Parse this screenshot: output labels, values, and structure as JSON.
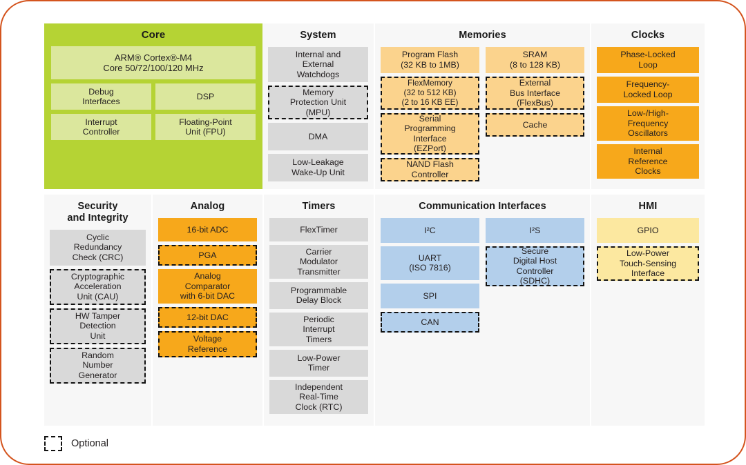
{
  "legend": {
    "swatch_name": "dashed-square",
    "label": "Optional"
  },
  "colors": {
    "border": "#d4541e",
    "core": "#b5d334",
    "core_inner": "#dbe79d",
    "gray": "#d9d9d9",
    "amber": "#fbd38d",
    "orange": "#f7a81b",
    "blue": "#b3cfeb",
    "yellow": "#fce8a0",
    "panel_bg": "#f7f7f7",
    "dashed_outline": "#111111"
  },
  "row1": {
    "core": {
      "title": "Core",
      "cpu": "ARM® Cortex®-M4\nCore 50/72/100/120 MHz",
      "cpu_line1": "ARM® Cortex®-M4",
      "cpu_line2": "Core 50/72/100/120 MHz",
      "blocks": [
        {
          "label": "Debug\nInterfaces",
          "optional": false
        },
        {
          "label": "DSP",
          "optional": false
        },
        {
          "label": "Interrupt\nController",
          "optional": false
        },
        {
          "label": "Floating-Point\nUnit (FPU)",
          "optional": false
        }
      ]
    },
    "system": {
      "title": "System",
      "blocks": [
        {
          "label": "Internal and\nExternal\nWatchdogs",
          "optional": false
        },
        {
          "label": "Memory\nProtection Unit\n(MPU)",
          "optional": true
        },
        {
          "label": "DMA",
          "optional": false
        },
        {
          "label": "Low-Leakage\nWake-Up Unit",
          "optional": false
        }
      ]
    },
    "memories": {
      "title": "Memories",
      "left": [
        {
          "label": "Program Flash\n(32 KB to 1MB)",
          "optional": false
        },
        {
          "label": "FlexMemory\n(32 to 512 KB)\n(2 to 16 KB EE)",
          "optional": true
        },
        {
          "label": "Serial\nProgramming\nInterface\n(EZPort)",
          "optional": true
        },
        {
          "label": "NAND Flash\nController",
          "optional": true
        }
      ],
      "right": [
        {
          "label": "SRAM\n(8 to 128 KB)",
          "optional": false
        },
        {
          "label": "External\nBus Interface\n(FlexBus)",
          "optional": true
        },
        {
          "label": "Cache",
          "optional": true
        }
      ]
    },
    "clocks": {
      "title": "Clocks",
      "blocks": [
        {
          "label": "Phase-Locked\nLoop",
          "optional": false
        },
        {
          "label": "Frequency-\nLocked Loop",
          "optional": false
        },
        {
          "label": "Low-/High-\nFrequency\nOscillators",
          "optional": false
        },
        {
          "label": "Internal\nReference\nClocks",
          "optional": false
        }
      ]
    }
  },
  "row2": {
    "security": {
      "title": "Security\nand Integrity",
      "title_line1": "Security",
      "title_line2": "and Integrity",
      "blocks": [
        {
          "label": "Cyclic\nRedundancy\nCheck (CRC)",
          "optional": false
        },
        {
          "label": "Cryptographic\nAcceleration\nUnit (CAU)",
          "optional": true
        },
        {
          "label": "HW Tamper\nDetection\nUnit",
          "optional": true
        },
        {
          "label": "Random\nNumber\nGenerator",
          "optional": true
        }
      ]
    },
    "analog": {
      "title": "Analog",
      "blocks": [
        {
          "label": "16-bit ADC",
          "optional": false
        },
        {
          "label": "PGA",
          "optional": true
        },
        {
          "label": "Analog\nComparator\nwith 6-bit DAC",
          "optional": false
        },
        {
          "label": "12-bit DAC",
          "optional": true
        },
        {
          "label": "Voltage\nReference",
          "optional": true
        }
      ]
    },
    "timers": {
      "title": "Timers",
      "blocks": [
        {
          "label": "FlexTimer",
          "optional": false
        },
        {
          "label": "Carrier\nModulator\nTransmitter",
          "optional": false
        },
        {
          "label": "Programmable\nDelay Block",
          "optional": false
        },
        {
          "label": "Periodic\nInterrupt\nTimers",
          "optional": false
        },
        {
          "label": "Low-Power\nTimer",
          "optional": false
        },
        {
          "label": "Independent\nReal-Time\nClock (RTC)",
          "optional": false
        }
      ]
    },
    "comm": {
      "title": "Communication Interfaces",
      "left": [
        {
          "label": "I²C",
          "optional": false
        },
        {
          "label": "UART\n(ISO 7816)",
          "optional": false
        },
        {
          "label": "SPI",
          "optional": false
        },
        {
          "label": "CAN",
          "optional": true
        }
      ],
      "right": [
        {
          "label": "I²S",
          "optional": false
        },
        {
          "label": "Secure\nDigital Host\nController\n(SDHC)",
          "optional": true
        }
      ]
    },
    "hmi": {
      "title": "HMI",
      "blocks": [
        {
          "label": "GPIO",
          "optional": false
        },
        {
          "label": "Low-Power\nTouch-Sensing\nInterface",
          "optional": true
        }
      ]
    }
  }
}
